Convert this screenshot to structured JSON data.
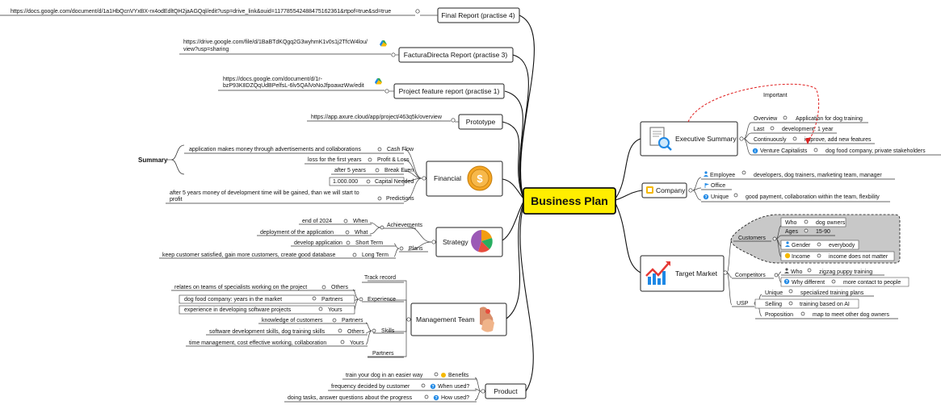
{
  "center": "Business Plan",
  "right": {
    "executive_summary": {
      "title": "Executive Summary",
      "important_label": "Important",
      "rows": [
        {
          "key": "Overview",
          "value": "Application for dog training"
        },
        {
          "key": "Last",
          "value": "development: 1 year"
        },
        {
          "key": "Continuously",
          "value": "improve, add new features"
        },
        {
          "key": "Venture Capitalists",
          "value": "dog food company, private stakeholders"
        }
      ]
    },
    "company": {
      "title": "Company",
      "rows": [
        {
          "key": "Employee",
          "value": "developers,  dog trainers, marketing team, manager"
        },
        {
          "key": "Office",
          "value": ""
        },
        {
          "key": "Unique",
          "value": "good payment, collaboration within the team, flexbility"
        }
      ]
    },
    "target_market": {
      "title": "Target Market",
      "customers": {
        "label": "Customers",
        "rows": [
          {
            "key": "Who",
            "value": "dog owners"
          },
          {
            "key": "Ages",
            "value": "15-90"
          },
          {
            "key": "Gender",
            "value": "everybody"
          },
          {
            "key": "Income",
            "value": "income does not matter"
          }
        ]
      },
      "competitors": {
        "label": "Competitors",
        "rows": [
          {
            "key": "Who",
            "value": "zigzag puppy training"
          },
          {
            "key": "Why different",
            "value": "more contact to people"
          }
        ]
      },
      "usp": {
        "label": "USP",
        "rows": [
          {
            "key": "Unique",
            "value": "specialized training plans"
          },
          {
            "key": "Selling",
            "value": "training based on AI"
          },
          {
            "key": "Proposition",
            "value": "map to meet other dog owners"
          }
        ]
      }
    }
  },
  "left": {
    "final_report": {
      "title": "Final Report (practise 4)",
      "link": "https://docs.google.com/document/d/1a1HbQcnVYxBX-rx4odEdltQH2jaAGQql/edit?usp=drive_link&ouid=117785542488475162361&rtpof=true&sd=true"
    },
    "factura_report": {
      "title": "FacturaDirecta Report (practise 3)",
      "link_line1": "https://drive.google.com/file/d/1BaBTdKQgq2G3wyhmK1v0s1j2TfcW4lou/",
      "link_line2": "view?usp=sharing"
    },
    "project_feature": {
      "title": "Project feature report (practise 1)",
      "link_line1": "https://docs.google.com/document/d/1r-",
      "link_line2": "bzP93K8DZQqUdBPelfsL-6lv5QAlVoNoJfpoawzWw/edit"
    },
    "prototype": {
      "title": "Prototype",
      "link": "https://app.axure.cloud/app/project/463q5k/overview"
    },
    "financial": {
      "title": "Financial",
      "summary_label": "Summary",
      "rows": [
        {
          "value": "application makes money through advertisements and collaborations",
          "key": "Cash Flow"
        },
        {
          "value": "loss for the first years",
          "key": "Profit & Loss"
        },
        {
          "value": "after 5 years",
          "key": "Break Even"
        },
        {
          "value": "1.000.000",
          "key": "Capital Needed"
        }
      ],
      "predictions": {
        "line1": "after 5 years money of development time will be gained, than we will start to",
        "line2": "profit",
        "key": "Predictions"
      }
    },
    "strategy": {
      "title": "Strategy",
      "achievements_label": "Achievements",
      "achievements": [
        {
          "value": "end of 2024",
          "key": "When"
        },
        {
          "value": "deployment of the application",
          "key": "What"
        }
      ],
      "plans_label": "Plans",
      "plans": [
        {
          "value": "develop application",
          "key": "Short Term"
        },
        {
          "value": "keep customer satisfied, gain more customers, create good database",
          "key": "Long Term"
        }
      ]
    },
    "management_team": {
      "title": "Management Team",
      "track_record": "Track record",
      "experience_label": "Experience",
      "experience": [
        {
          "value": "relates on teams of specialists working on the project",
          "key": "Others"
        },
        {
          "value": "dog food company: years in the market",
          "key": "Partners"
        },
        {
          "value": "experience in developing software projects",
          "key": "Yours"
        }
      ],
      "skills_label": "Skills",
      "skills": [
        {
          "value": "knowledge of customers",
          "key": "Partners"
        },
        {
          "value": "software development skills, dog training skills",
          "key": "Others"
        },
        {
          "value": "time management, cost effective working, collaboration",
          "key": "Yours"
        }
      ],
      "partners": "Partners"
    },
    "product": {
      "title": "Product",
      "rows": [
        {
          "value": "train your dog in an easier way",
          "key": "Benefits"
        },
        {
          "value": "frequency decided by customer",
          "key": "When used?"
        },
        {
          "value": "doing tasks, answer questions about the progress",
          "key": "How used?"
        }
      ]
    }
  },
  "colors": {
    "center_fill": "#ffee00",
    "financial_coin": "#f5a623",
    "customers_shape": "#c8c8c8",
    "important_arc": "#e02020",
    "info_icon": "#1e88e5",
    "flag_icon": "#1e88e5",
    "person_icon": "#1e88e5",
    "smile_icon": "#f5b800"
  },
  "icons": {
    "executive_summary": "document-search-icon",
    "company": "badge-icon",
    "target_market": "trend-chart-icon",
    "financial": "dollar-coin-icon",
    "strategy": "pie-chart-icon",
    "management_team": "hands-icon",
    "drive": "google-drive-icon"
  }
}
